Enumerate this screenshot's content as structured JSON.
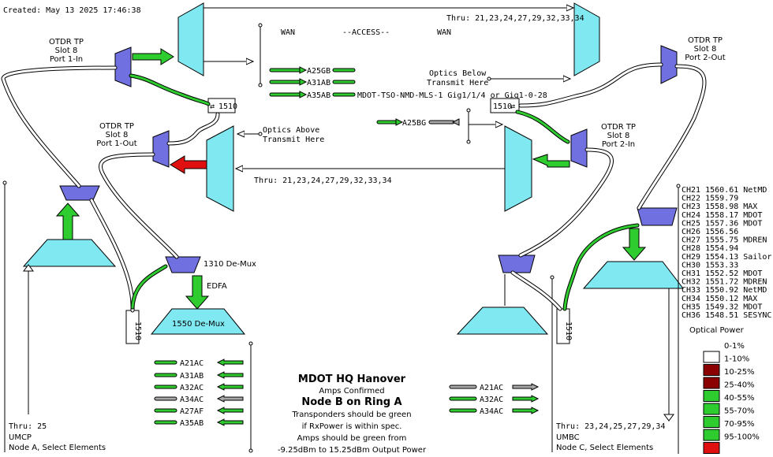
{
  "created": "Created: May 13 2025 17:46:38",
  "thru_top": "Thru: 21,23,24,27,29,32,33,34",
  "thru_mid": "Thru: 21,23,24,27,29,32,33,34",
  "thru_left": "Thru: 25",
  "thru_right": "Thru: 23,24,25,27,29,34",
  "wan_left": "WAN",
  "access": "--ACCESS--",
  "wan_right": "WAN",
  "otdr": [
    {
      "l1": "OTDR TP",
      "l2": "Slot 8",
      "l3": "Port 1-In"
    },
    {
      "l1": "OTDR TP",
      "l2": "Slot 8",
      "l3": "Port 1-Out"
    },
    {
      "l1": "OTDR TP",
      "l2": "Slot 8",
      "l3": "Port 2-Out"
    },
    {
      "l1": "OTDR TP",
      "l2": "Slot 8",
      "l3": "Port 2-In"
    }
  ],
  "optics_below": [
    "Optics Below",
    "Transmit Here"
  ],
  "optics_above": [
    "Optics Above",
    "Transmit Here"
  ],
  "filter_1510": "1510",
  "demux_1310": "1310 De-Mux",
  "edfa": "EDFA",
  "demux_1550": "1550 De-Mux",
  "wan_transponders": [
    "A25GB",
    "A31AB",
    "A35AB"
  ],
  "wan_note": "MDOT-TSO-NMD-MLS-1 Gig1/1/4 or Gig1-0-28",
  "a25bg": "A25BG",
  "nodeA": {
    "label1": "UMCP",
    "label2": "Node A, Select Elements",
    "transponders": [
      "A21AC",
      "A31AB",
      "A32AC",
      "A34AC",
      "A27AF",
      "A35AB"
    ]
  },
  "nodeC": {
    "label1": "UMBC",
    "label2": "Node C, Select Elements",
    "transponders": [
      "A21AC",
      "A32AC",
      "A34AC"
    ]
  },
  "center": {
    "title": "MDOT HQ Hanover",
    "amps": "Amps Confirmed",
    "node": "Node B on Ring A",
    "l1": "Transponders should be green",
    "l2": "if RxPower is within spec.",
    "l3": "Amps should be green from",
    "l4": "-9.25dBm to 15.25dBm Output Power"
  },
  "channels": [
    {
      "ch": "CH21",
      "freq": "1560.61",
      "name": "NetMD"
    },
    {
      "ch": "CH22",
      "freq": "1559.79",
      "name": ""
    },
    {
      "ch": "CH23",
      "freq": "1558.98",
      "name": "MAX"
    },
    {
      "ch": "CH24",
      "freq": "1558.17",
      "name": "MDOT"
    },
    {
      "ch": "CH25",
      "freq": "1557.36",
      "name": "MDOT"
    },
    {
      "ch": "CH26",
      "freq": "1556.56",
      "name": ""
    },
    {
      "ch": "CH27",
      "freq": "1555.75",
      "name": "MDREN"
    },
    {
      "ch": "CH28",
      "freq": "1554.94",
      "name": ""
    },
    {
      "ch": "CH29",
      "freq": "1554.13",
      "name": "Sailor"
    },
    {
      "ch": "CH30",
      "freq": "1553.33",
      "name": ""
    },
    {
      "ch": "CH31",
      "freq": "1552.52",
      "name": "MDOT"
    },
    {
      "ch": "CH32",
      "freq": "1551.72",
      "name": "MDREN"
    },
    {
      "ch": "CH33",
      "freq": "1550.92",
      "name": "NetMD"
    },
    {
      "ch": "CH34",
      "freq": "1550.12",
      "name": "MAX"
    },
    {
      "ch": "CH35",
      "freq": "1549.32",
      "name": "MDOT"
    },
    {
      "ch": "CH36",
      "freq": "1548.51",
      "name": "SESYNC"
    }
  ],
  "legend": {
    "title": "Optical Power",
    "items": [
      {
        "label": "0-1%",
        "color": "#ffffff"
      },
      {
        "label": "1-10%",
        "color": "#8b0000"
      },
      {
        "label": "10-25%",
        "color": "#8b0000"
      },
      {
        "label": "25-40%",
        "color": "#2ecc2e"
      },
      {
        "label": "40-55%",
        "color": "#2ecc2e"
      },
      {
        "label": "55-70%",
        "color": "#2ecc2e"
      },
      {
        "label": "70-95%",
        "color": "#2ecc2e"
      },
      {
        "label": "95-100%",
        "color": "#e01010"
      }
    ]
  },
  "colors": {
    "mux": "#7fe8f0",
    "amp": "#7070e0",
    "ok": "#2ecc2e",
    "alarm": "#e01010",
    "grey": "#a8a8a8"
  }
}
